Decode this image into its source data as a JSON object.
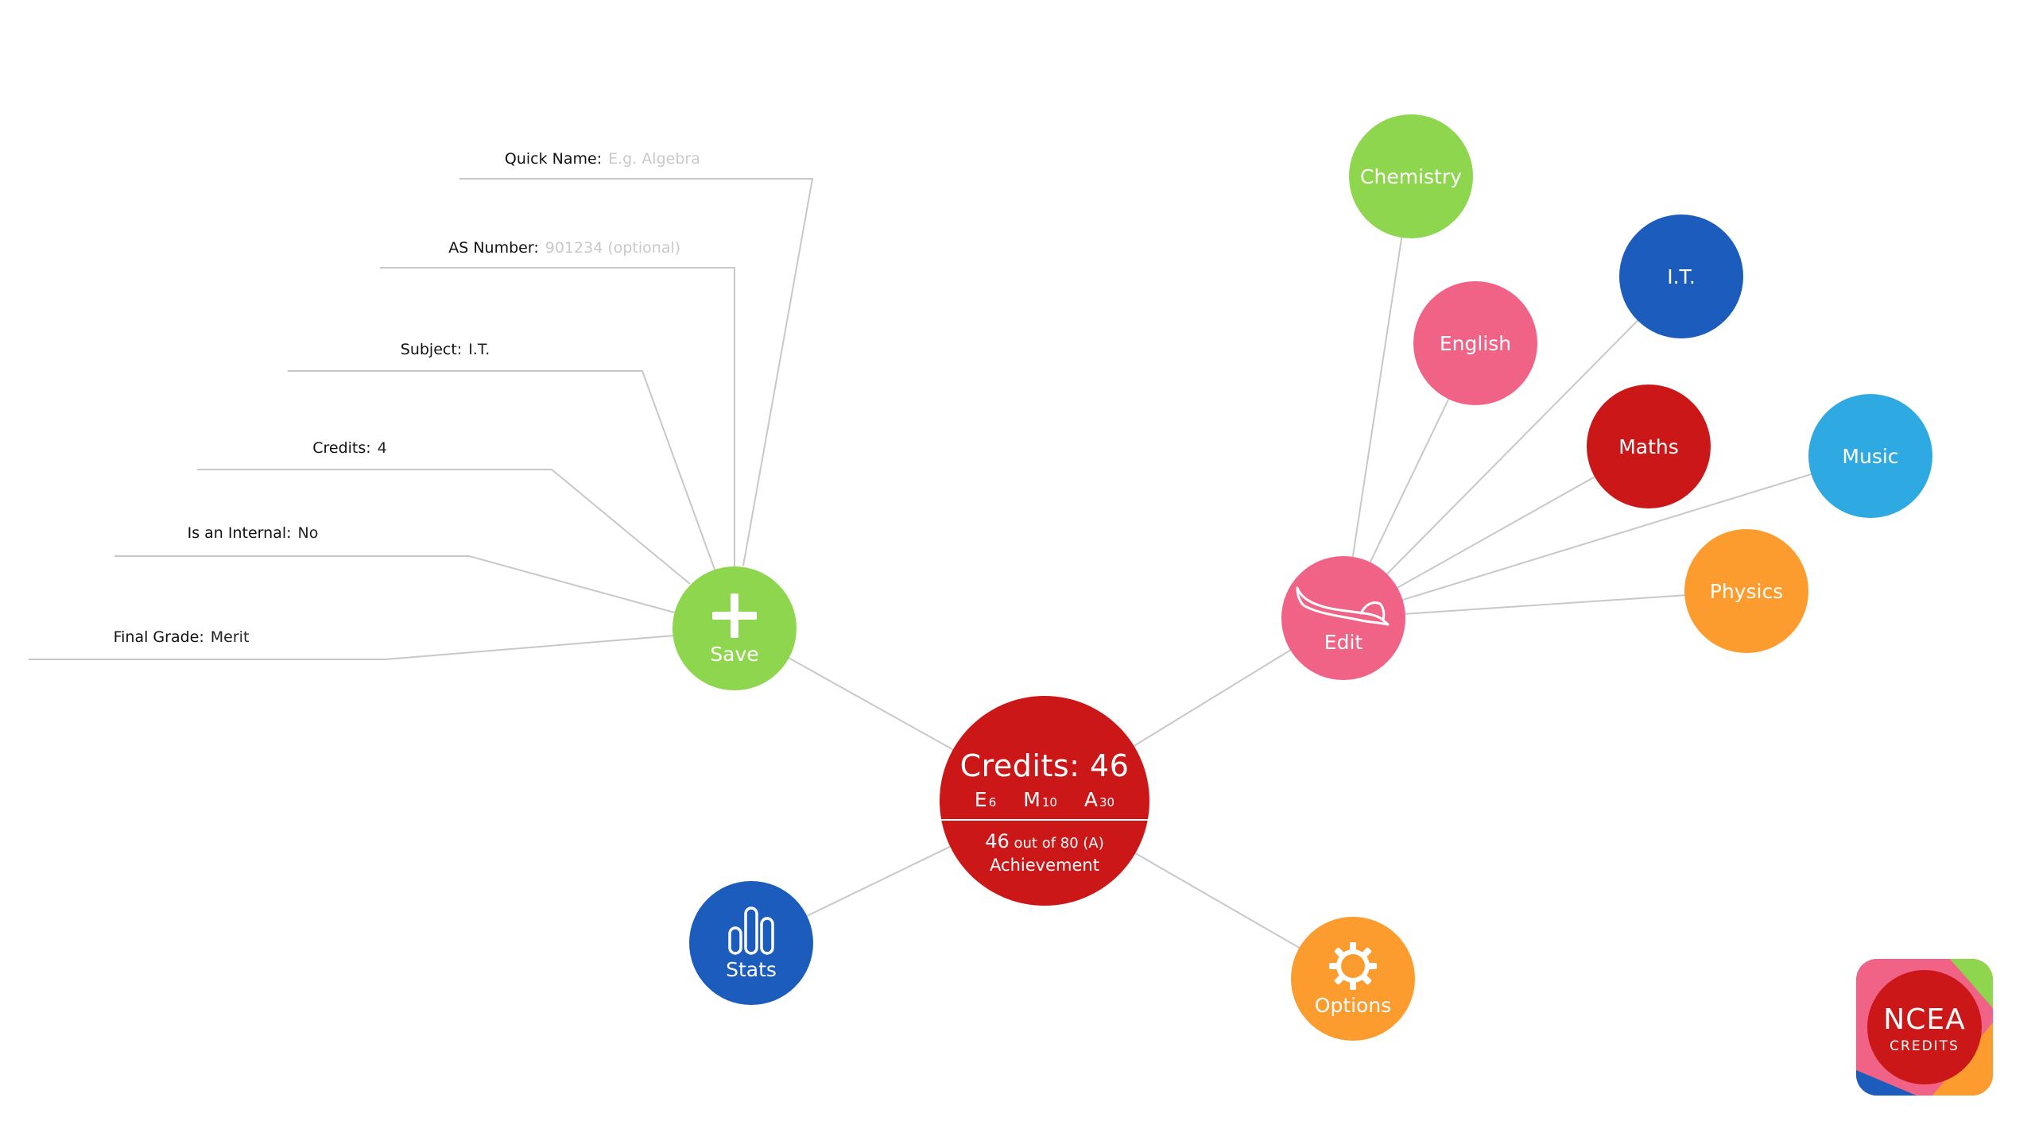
{
  "form": {
    "quick_name": {
      "label": "Quick Name:",
      "value": "",
      "placeholder": "E.g. Algebra"
    },
    "as_number": {
      "label": "AS Number:",
      "value": "",
      "placeholder": "901234 (optional)"
    },
    "subject": {
      "label": "Subject:",
      "value": "I.T."
    },
    "credits": {
      "label": "Credits:",
      "value": "4"
    },
    "is_internal": {
      "label": "Is an Internal:",
      "value": "No"
    },
    "final_grade": {
      "label": "Final Grade:",
      "value": "Merit"
    }
  },
  "actions": {
    "save": "Save",
    "edit": "Edit",
    "stats": "Stats",
    "options": "Options"
  },
  "summary": {
    "title": "Credits: 46",
    "excellence_letter": "E",
    "excellence_count": "6",
    "merit_letter": "M",
    "merit_count": "10",
    "achieved_letter": "A",
    "achieved_count": "30",
    "progress_value": "46",
    "progress_rest": "out of 80 (A)",
    "level": "Achievement"
  },
  "subjects": [
    "Chemistry",
    "English",
    "I.T.",
    "Maths",
    "Music",
    "Physics"
  ],
  "logo": {
    "line1": "NCEA",
    "line2": "CREDITS"
  },
  "colors": {
    "save": "#8ed64d",
    "edit": "#f06386",
    "center": "#cc1719",
    "stats": "#1b5cbd",
    "options": "#fd9c2e",
    "chemistry": "#8ed64d",
    "english": "#f06386",
    "it": "#1b5cbd",
    "maths": "#cc1719",
    "music": "#2fa9e2",
    "physics": "#fd9c2e",
    "connector": "#c8c8c8"
  }
}
